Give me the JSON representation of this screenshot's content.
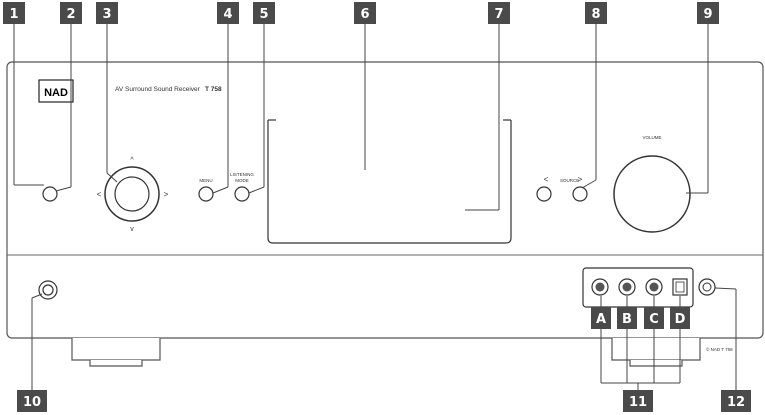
{
  "brand": {
    "logo": "NAD",
    "model_text": "AV Surround Sound Receiver",
    "model_number": "T 758"
  },
  "panel_text": {
    "volume": "VOLUME",
    "menu": "MENU",
    "listening_mode_line1": "LISTENING",
    "listening_mode_line2": "MODE",
    "source": "SOURCE",
    "corner_model": "© NAD T 758"
  },
  "callouts": {
    "c1": "1",
    "c2": "2",
    "c3": "3",
    "c4": "4",
    "c5": "5",
    "c6": "6",
    "c7": "7",
    "c8": "8",
    "c9": "9",
    "c10": "10",
    "c11": "11",
    "c12": "12",
    "cA": "A",
    "cB": "B",
    "cC": "C",
    "cD": "D"
  },
  "colors": {
    "label_bg": "#4a4a4a",
    "line": "#444444",
    "label_text": "#ffffff"
  }
}
